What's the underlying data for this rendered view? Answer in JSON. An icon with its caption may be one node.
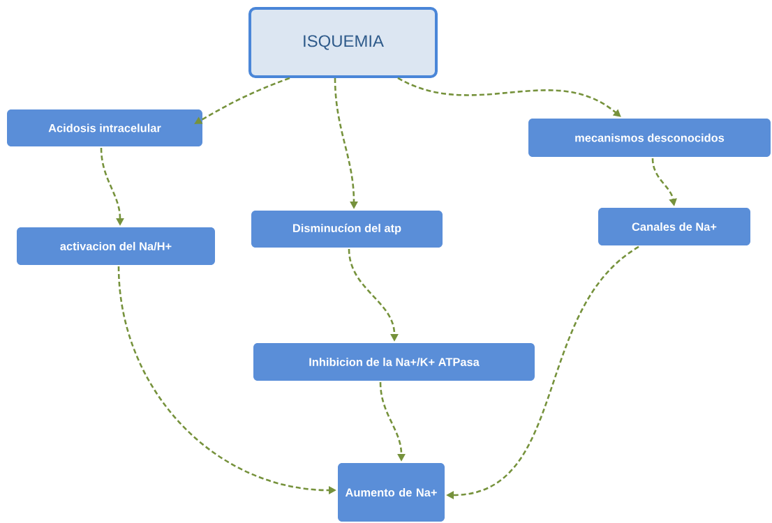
{
  "diagram": {
    "nodes": [
      {
        "text": [
          "ISQUEMIA"
        ]
      },
      {
        "text": [
          "Acidosis intracelular"
        ]
      },
      {
        "text": [
          "mecanismos desconocidos"
        ]
      },
      {
        "text": [
          "activacion del Na/H+"
        ]
      },
      {
        "text": [
          "Disminucíon del atp"
        ]
      },
      {
        "text": [
          "Canales de Na+"
        ]
      },
      {
        "text": [
          "Inhibicion de la Na+/K+ ATPasa"
        ]
      },
      {
        "text": [
          "Aumento de Na+"
        ]
      }
    ],
    "edges": [
      {
        "from": 0,
        "to": 1,
        "arrow": "to",
        "style": "dashed"
      },
      {
        "from": 0,
        "to": 4,
        "arrow": "to",
        "style": "dashed"
      },
      {
        "from": 0,
        "to": 2,
        "arrow": "to",
        "style": "dashed"
      },
      {
        "from": 1,
        "to": 3,
        "arrow": "to",
        "style": "dashed"
      },
      {
        "from": 2,
        "to": 5,
        "arrow": "to",
        "style": "dashed"
      },
      {
        "from": 4,
        "to": 6,
        "arrow": "to",
        "style": "dashed"
      },
      {
        "from": 3,
        "to": 7,
        "arrow": "to",
        "style": "dashed"
      },
      {
        "from": 6,
        "to": 7,
        "arrow": "to",
        "style": "dashed"
      },
      {
        "from": 5,
        "to": 7,
        "arrow": "to",
        "style": "dashed"
      }
    ]
  }
}
